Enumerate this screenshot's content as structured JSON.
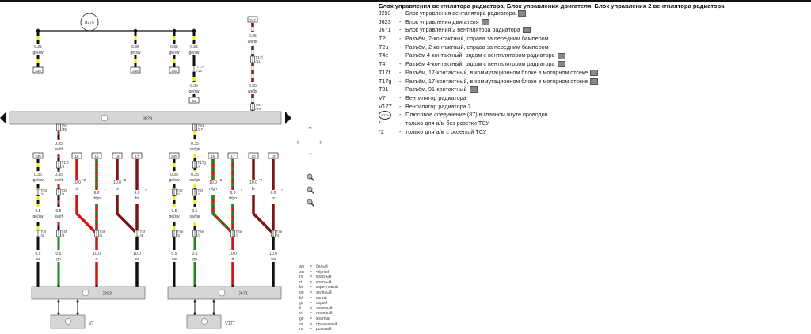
{
  "header": {
    "title": "Блок управления вентилятора радиатора, Блок управления двигателя, Блок управления 2 вентилятора радиатора"
  },
  "legend": {
    "items": [
      {
        "code": "J293",
        "desc": "Блок управления вентилятора радиатора",
        "camera": true
      },
      {
        "code": "J623",
        "desc": "Блок управления двигателя",
        "camera": true
      },
      {
        "code": "J671",
        "desc": "Блок управления 2 вентилятора радиатора",
        "camera": true
      },
      {
        "code": "T2t",
        "desc": "Разъём, 2-контактный, справа за передним бампером",
        "camera": false
      },
      {
        "code": "T2u",
        "desc": "Разъём, 2-контактный, справа за передним бампером",
        "camera": false
      },
      {
        "code": "T4e",
        "desc": "Разъём 4-контактный, рядом с вентилятором радиатора",
        "camera": true
      },
      {
        "code": "T4f",
        "desc": "Разъём 4-контактный, рядом с вентилятором радиатора",
        "camera": true
      },
      {
        "code": "T17f",
        "desc": "Разъём, 17-контактный, в коммутационном блоке в моторном отсеке",
        "camera": true
      },
      {
        "code": "T17g",
        "desc": "Разъём, 17-контактный, в коммутационном блоке в моторном отсеке",
        "camera": true
      },
      {
        "code": "T91",
        "desc": "Разъём, 91-контактный",
        "camera": true
      },
      {
        "code": "V7",
        "desc": "Вентилятор радиатора",
        "camera": false
      },
      {
        "code": "V177",
        "desc": "Вентилятор радиатора 2",
        "camera": false
      },
      {
        "code": "B275",
        "desc": "Плюсовое соединение (87) в главном жгуте проводов",
        "camera": false,
        "splice": true
      },
      {
        "code": "*",
        "desc": "только для а/м без розетки ТСУ",
        "camera": false
      },
      {
        "code": "*2",
        "desc": "только для а/м с розеткой ТСУ",
        "camera": false
      }
    ],
    "dash": "-"
  },
  "color_legend": {
    "eq": "=",
    "items": [
      {
        "code": "ws",
        "name": "белый"
      },
      {
        "code": "sw",
        "name": "чёрный"
      },
      {
        "code": "ro",
        "name": "красный"
      },
      {
        "code": "rt",
        "name": "красный"
      },
      {
        "code": "br",
        "name": "коричневый"
      },
      {
        "code": "gn",
        "name": "зелёный"
      },
      {
        "code": "bl",
        "name": "синий"
      },
      {
        "code": "gr",
        "name": "серый"
      },
      {
        "code": "li",
        "name": "лиловый"
      },
      {
        "code": "vi",
        "name": "лиловый"
      },
      {
        "code": "ge",
        "name": "жёлтый"
      },
      {
        "code": "or",
        "name": "оранжевый"
      },
      {
        "code": "rs",
        "name": "розовый"
      }
    ]
  },
  "top": {
    "splice": "B275",
    "branches": [
      {
        "box": "335",
        "size": "0.35",
        "color": "ge/sw"
      },
      {
        "box": "346",
        "size": "0.35",
        "color": "ge/sw"
      },
      {
        "box": "345",
        "size": "0.35",
        "color": "ge/sw"
      },
      {
        "box": "31",
        "size": "0.35",
        "color": "ge/sw",
        "conn": "T17f",
        "pin": "/15",
        "size2": "0.35",
        "color2": "ge/sw"
      }
    ],
    "right_wire": {
      "box": "347",
      "size": "0.35",
      "color": "ws/br",
      "conn1": "T17f",
      "pin1": "/11",
      "size2": "0.35",
      "color2": "ws/br",
      "conn2": "T91",
      "pin2": "/19"
    }
  },
  "main_unit": {
    "label": "J623"
  },
  "groups": [
    {
      "unit": "J293",
      "motor": "V7",
      "cols": [
        {
          "box": "335",
          "w1": [
            "0.35",
            "",
            "ge/sw"
          ],
          "c1": [
            "T2s",
            "/1"
          ],
          "w2": [
            "0.5",
            "ge/sw"
          ],
          "c2": [
            "T4f",
            "/2"
          ],
          "w3": [
            "0.5",
            "sw"
          ]
        },
        {
          "top": [
            "T91",
            "/35"
          ],
          "w0": [
            "0.35",
            "sw/rt"
          ],
          "c0": [
            "T17f",
            "/5"
          ],
          "w1": [
            "0.35",
            "",
            "sw/rt"
          ],
          "c1": [
            "T2s",
            "/2"
          ],
          "w2": [
            "0.5",
            "sw/rt"
          ],
          "c2": [
            "T4f",
            "/3"
          ],
          "w3": [
            "0.5",
            "gn"
          ]
        },
        {
          "box": "16",
          "w1": [
            "10.0",
            "*2",
            "rt"
          ]
        },
        {
          "box": "15",
          "w1": [
            "6.0",
            "*",
            "rt/gn"
          ],
          "c2": [
            "T4f",
            "/1"
          ],
          "w3": [
            "10.0",
            "rt"
          ]
        },
        {
          "box": "18",
          "w1": [
            "10.0",
            "*2",
            "br"
          ]
        },
        {
          "box": "17",
          "w1": [
            "6.0",
            "*",
            "br"
          ],
          "c2": [
            "T4f",
            "/4"
          ],
          "w3": [
            "10.0",
            "sw"
          ]
        }
      ]
    },
    {
      "unit": "J671",
      "motor": "V177",
      "cols": [
        {
          "box": "345",
          "w1": [
            "0.35",
            "",
            "ge/sw"
          ],
          "c1": [
            "T2r",
            "/1"
          ],
          "w2": [
            "0.5",
            "ge/sw"
          ],
          "c2": [
            "T4e",
            "/2"
          ],
          "w3": [
            "0.5",
            "sw"
          ]
        },
        {
          "top": [
            "T91",
            "/37"
          ],
          "w0": [
            "0.35",
            "sw/ge"
          ],
          "c0": [
            "T17g",
            "/4"
          ],
          "w1": [
            "0.35",
            "",
            "sw/ge"
          ],
          "c1": [
            "T2r",
            "/2"
          ],
          "w2": [
            "0.5",
            "sw/ge"
          ],
          "c2": [
            "T4e",
            "/3"
          ],
          "w3": [
            "0.5",
            "gn"
          ]
        },
        {
          "box": "18",
          "w1": [
            "10.0",
            "*2",
            "rt/gn"
          ]
        },
        {
          "box": "17",
          "w1": [
            "6.0",
            "*",
            "rt/gn"
          ],
          "c2": [
            "T4e",
            "/1"
          ],
          "w3": [
            "10.0",
            "rt"
          ]
        },
        {
          "box": "20",
          "w1": [
            "10.0",
            "*2",
            "br"
          ]
        },
        {
          "box": "19",
          "w1": [
            "6.0",
            "*",
            "br"
          ],
          "c2": [
            "T4e",
            "/4"
          ],
          "w3": [
            "10.0",
            "sw"
          ]
        }
      ]
    }
  ]
}
